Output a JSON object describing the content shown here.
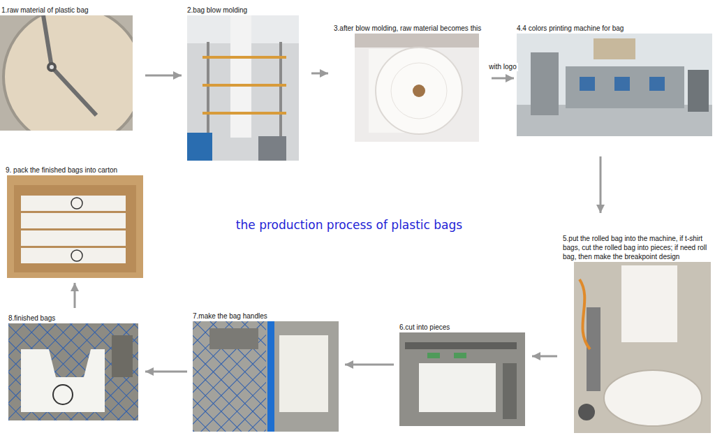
{
  "diagram": {
    "title": "the production process of plastic bags",
    "nodes": [
      {
        "text": [
          "1.raw material of plastic bag"
        ]
      },
      {
        "text": [
          "2.bag blow molding"
        ]
      },
      {
        "text": [
          "3.after blow molding, raw material becomes this"
        ]
      },
      {
        "text": [
          "4.4 colors printing machine for bag"
        ]
      },
      {
        "text": [
          "5.put the rolled bag into the machine, if t-shirt bags, cut the rolled bag into pieces; if need roll bag, then make the breakpoint design"
        ]
      },
      {
        "text": [
          "6.cut into pieces"
        ]
      },
      {
        "text": [
          "7.make the bag handles"
        ]
      },
      {
        "text": [
          "8.finished bags"
        ]
      },
      {
        "text": [
          "9. pack the finished bags into carton"
        ]
      }
    ],
    "edges": [
      {
        "from": 0,
        "to": 1,
        "arrow": "to"
      },
      {
        "from": 1,
        "to": 2,
        "arrow": "to"
      },
      {
        "from": 2,
        "to": 3,
        "label": "with logo",
        "arrow": "to"
      },
      {
        "from": 3,
        "to": 4,
        "arrow": "to"
      },
      {
        "from": 4,
        "to": 5,
        "arrow": "to"
      },
      {
        "from": 5,
        "to": 6,
        "arrow": "to"
      },
      {
        "from": 6,
        "to": 7,
        "arrow": "to"
      },
      {
        "from": 7,
        "to": 8,
        "arrow": "to"
      }
    ]
  }
}
